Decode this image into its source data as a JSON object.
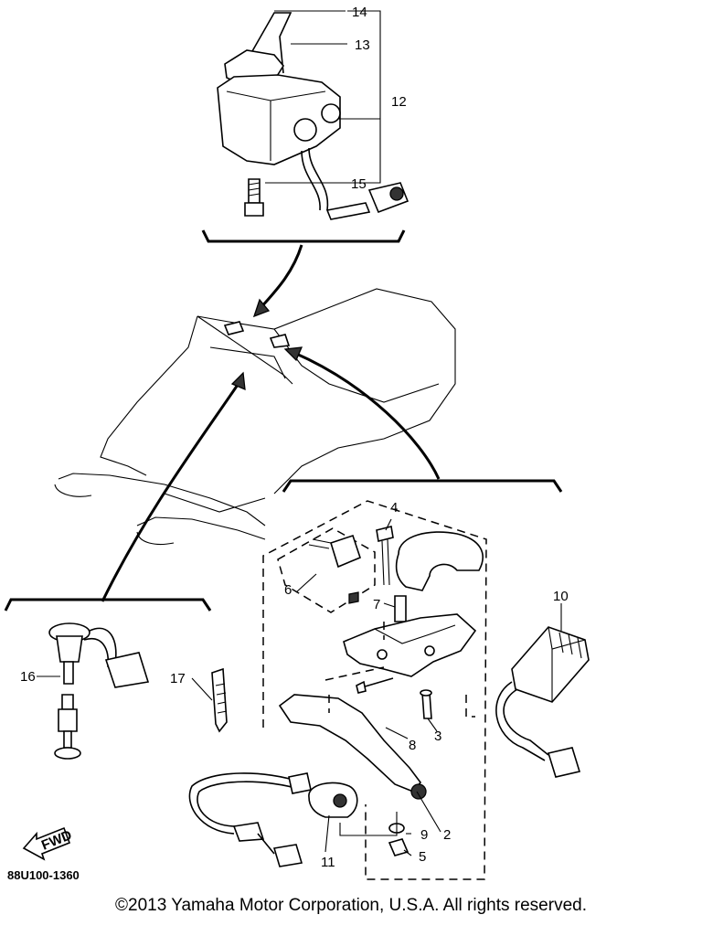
{
  "diagram": {
    "drawing_code": "88U100-1360",
    "copyright": "©2013 Yamaha Motor Corporation, U.S.A. All rights reserved.",
    "forward_label": "FWD"
  },
  "callouts": [
    {
      "id": "14",
      "text": "14"
    },
    {
      "id": "13",
      "text": "13"
    },
    {
      "id": "12",
      "text": "12"
    },
    {
      "id": "15",
      "text": "15"
    },
    {
      "id": "4",
      "text": "4"
    },
    {
      "id": "6",
      "text": "6"
    },
    {
      "id": "7",
      "text": "7"
    },
    {
      "id": "10",
      "text": "10"
    },
    {
      "id": "16",
      "text": "16"
    },
    {
      "id": "17",
      "text": "17"
    },
    {
      "id": "8",
      "text": "8"
    },
    {
      "id": "3",
      "text": "3"
    },
    {
      "id": "2",
      "text": "2"
    },
    {
      "id": "9",
      "text": "9"
    },
    {
      "id": "5",
      "text": "5"
    },
    {
      "id": "11",
      "text": "11"
    }
  ]
}
